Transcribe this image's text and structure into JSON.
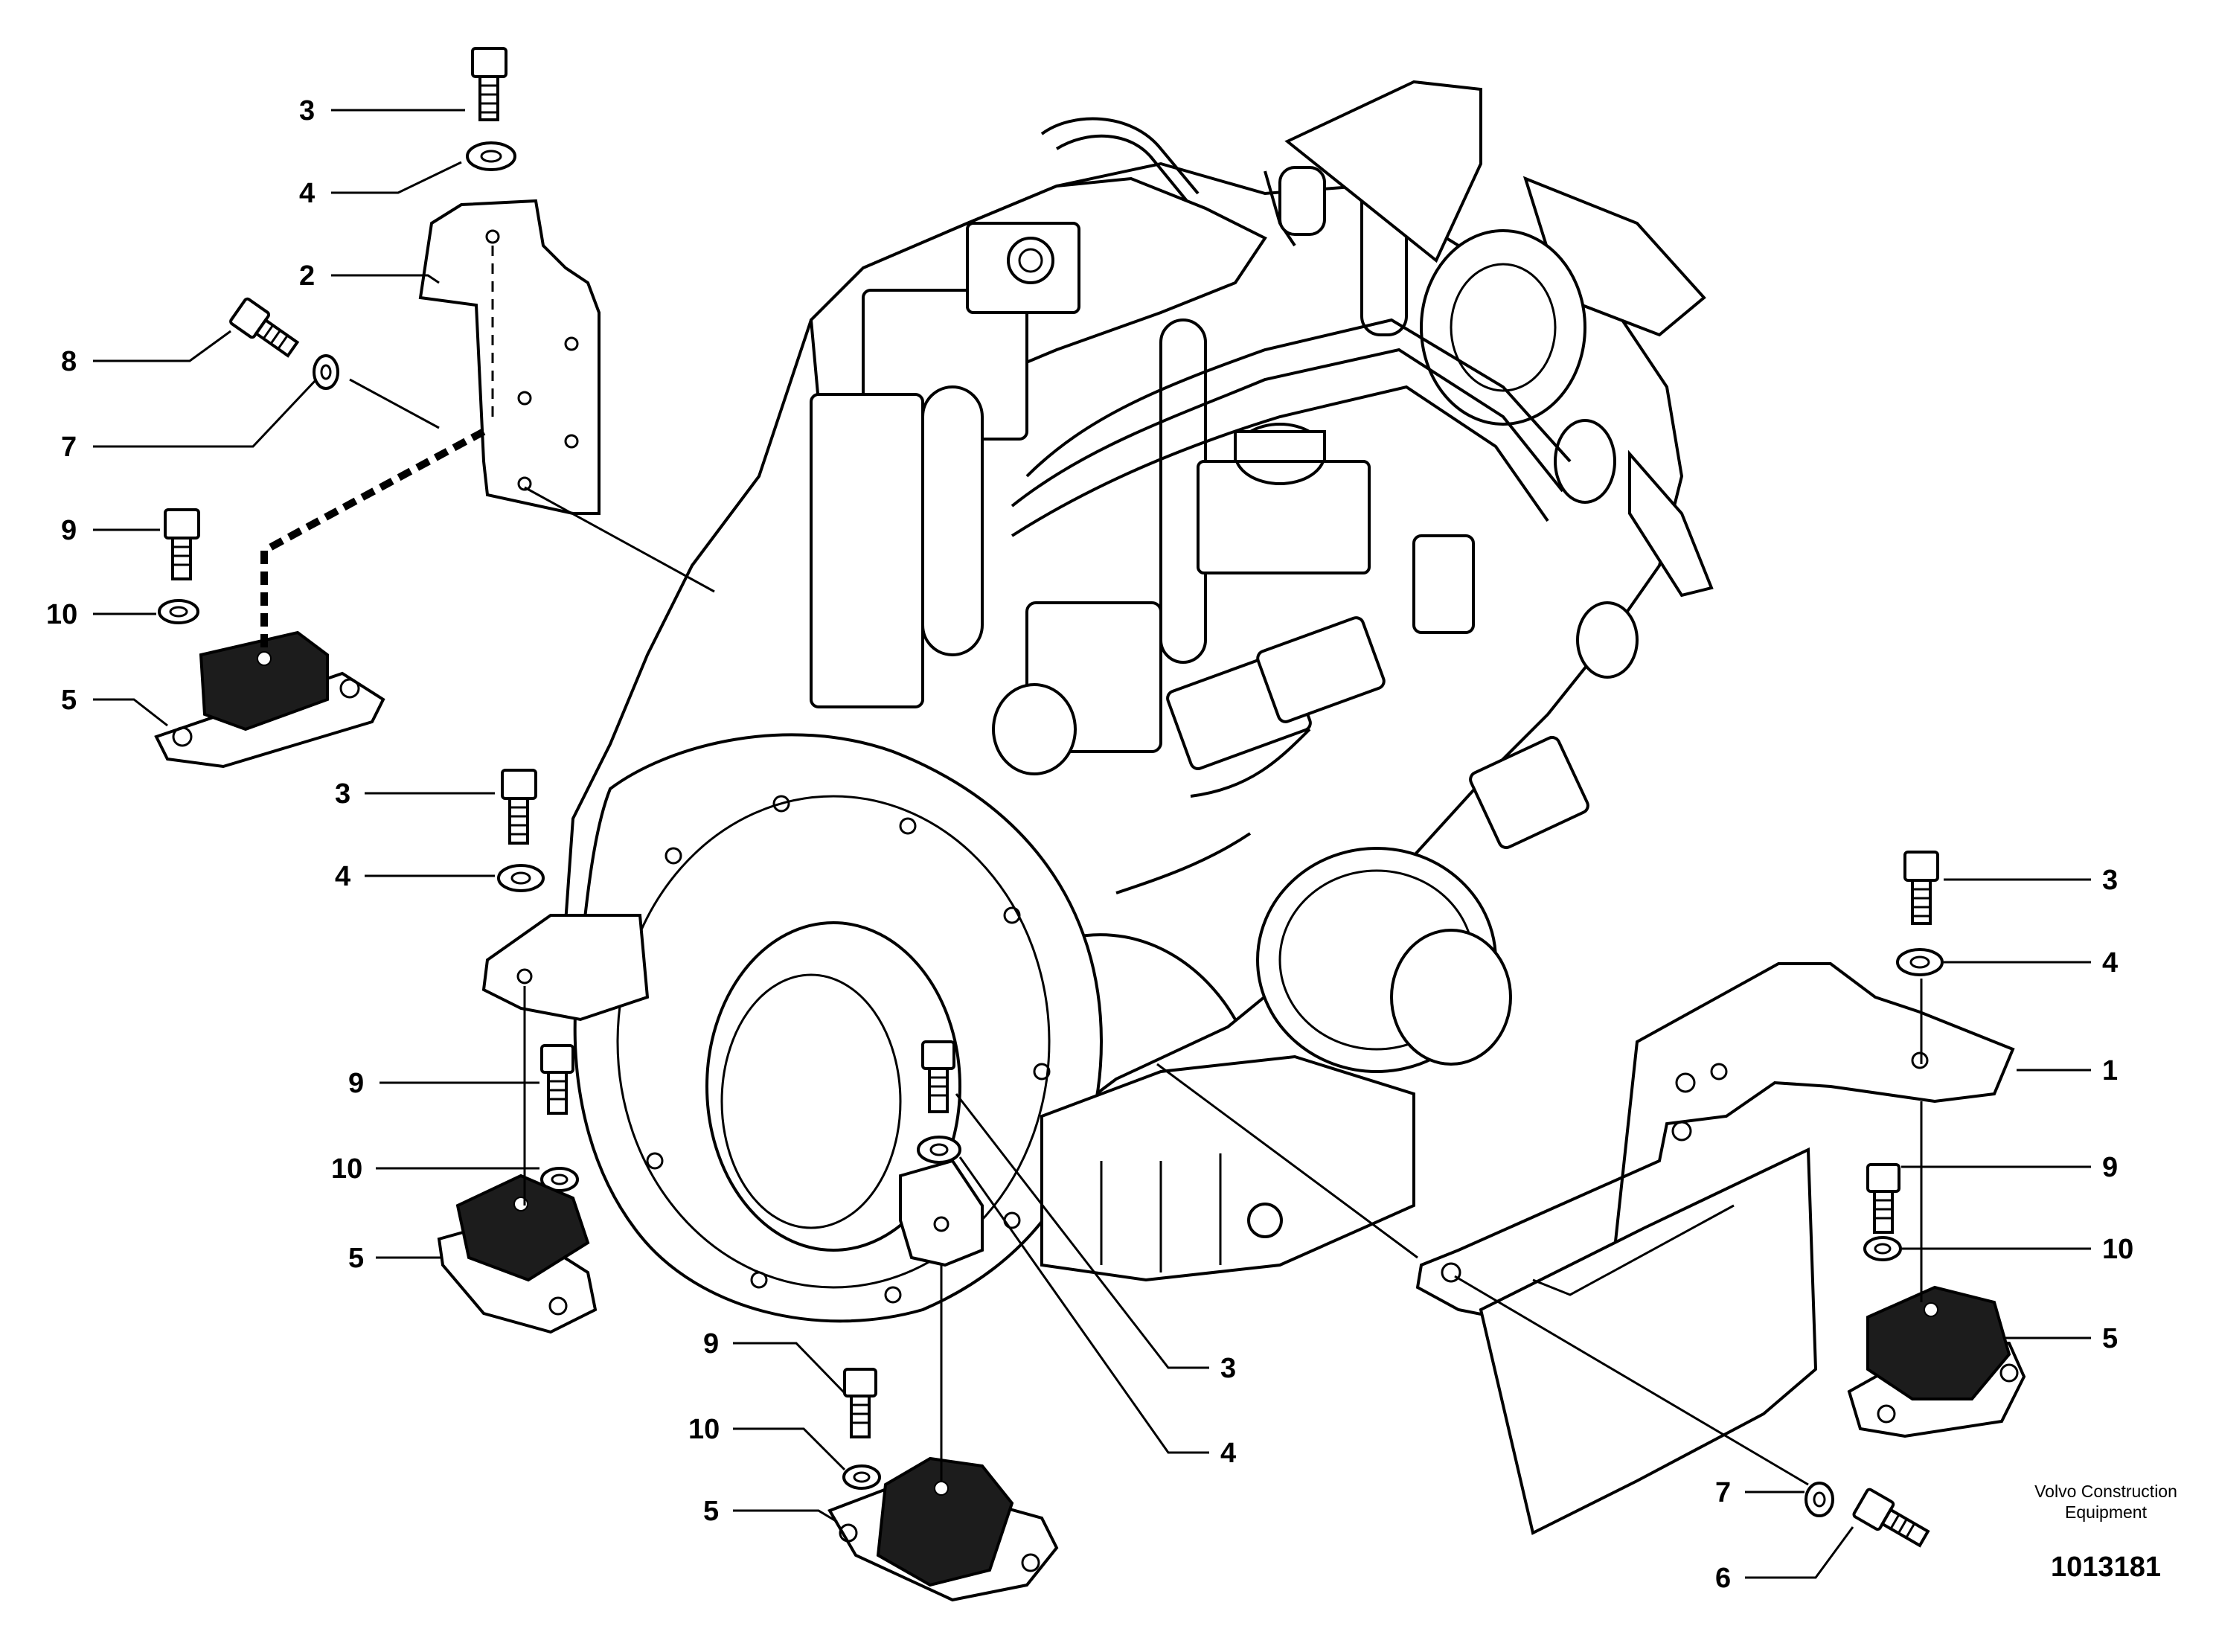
{
  "callouts": {
    "c1": "3",
    "c2": "4",
    "c3": "2",
    "c4": "8",
    "c5": "7",
    "c6": "9",
    "c7": "10",
    "c8": "5",
    "c9": "3",
    "c10": "4",
    "c11": "9",
    "c12": "10",
    "c13": "5",
    "c14": "9",
    "c15": "10",
    "c16": "5",
    "c17": "3",
    "c18": "4",
    "c19": "3",
    "c20": "4",
    "c21": "1",
    "c22": "9",
    "c23": "10",
    "c24": "5",
    "c25": "7",
    "c26": "6"
  },
  "footer": {
    "brand_line1": "Volvo Construction",
    "brand_line2": "Equipment",
    "drawing_number": "1013181"
  }
}
